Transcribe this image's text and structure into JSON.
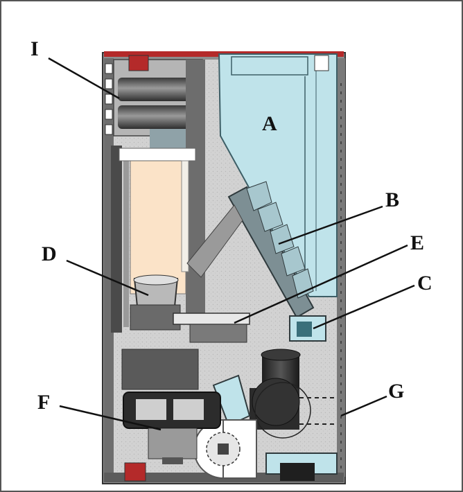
{
  "labels": {
    "a": "A",
    "b": "B",
    "c": "C",
    "d": "D",
    "e": "E",
    "f": "F",
    "g": "G",
    "i": "I"
  },
  "colors": {
    "casing": "#8e8e8e",
    "interior": "#cfcfcf",
    "hopper": "#bfe3ea",
    "firebox": "#fbe3c8",
    "accent": "#b42a2a",
    "dark": "#2f2f2f"
  }
}
